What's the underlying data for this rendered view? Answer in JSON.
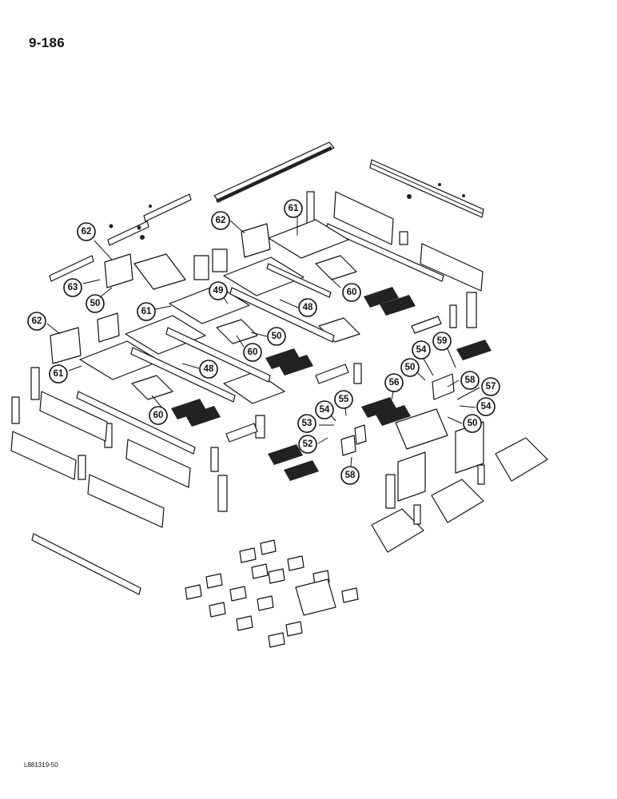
{
  "header": {
    "page_number": "9-186"
  },
  "footer": {
    "drawing_id": "L881319-50"
  },
  "callouts": [
    "62",
    "61",
    "62",
    "63",
    "50",
    "49",
    "61",
    "48",
    "60",
    "50",
    "60",
    "62",
    "61",
    "48",
    "60",
    "54",
    "59",
    "50",
    "58",
    "57",
    "56",
    "55",
    "54",
    "54",
    "53",
    "50",
    "52",
    "58"
  ]
}
